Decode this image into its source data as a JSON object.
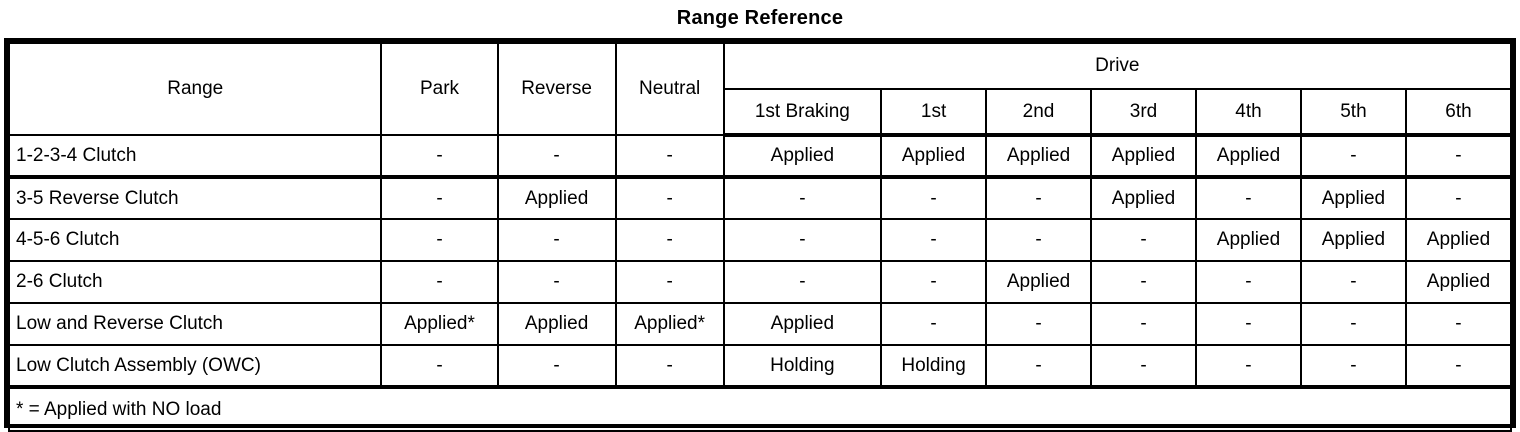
{
  "title": "Range Reference",
  "table": {
    "group_header": "Drive",
    "columns": [
      "Range",
      "Park",
      "Reverse",
      "Neutral",
      "1st Braking",
      "1st",
      "2nd",
      "3rd",
      "4th",
      "5th",
      "6th"
    ],
    "rows": [
      {
        "label": "1-2-3-4 Clutch",
        "values": [
          "-",
          "-",
          "-",
          "Applied",
          "Applied",
          "Applied",
          "Applied",
          "Applied",
          "-",
          "-"
        ]
      },
      {
        "label": "3-5 Reverse Clutch",
        "values": [
          "-",
          "Applied",
          "-",
          "-",
          "-",
          "-",
          "Applied",
          "-",
          "Applied",
          "-"
        ]
      },
      {
        "label": "4-5-6 Clutch",
        "values": [
          "-",
          "-",
          "-",
          "-",
          "-",
          "-",
          "-",
          "Applied",
          "Applied",
          "Applied"
        ]
      },
      {
        "label": "2-6 Clutch",
        "values": [
          "-",
          "-",
          "-",
          "-",
          "-",
          "Applied",
          "-",
          "-",
          "-",
          "Applied"
        ]
      },
      {
        "label": "Low and Reverse Clutch",
        "values": [
          "Applied*",
          "Applied",
          "Applied*",
          "Applied",
          "-",
          "-",
          "-",
          "-",
          "-",
          "-"
        ]
      },
      {
        "label": "Low Clutch Assembly (OWC)",
        "values": [
          "-",
          "-",
          "-",
          "Holding",
          "Holding",
          "-",
          "-",
          "-",
          "-",
          "-"
        ]
      }
    ],
    "footnote": "* = Applied with NO load"
  }
}
